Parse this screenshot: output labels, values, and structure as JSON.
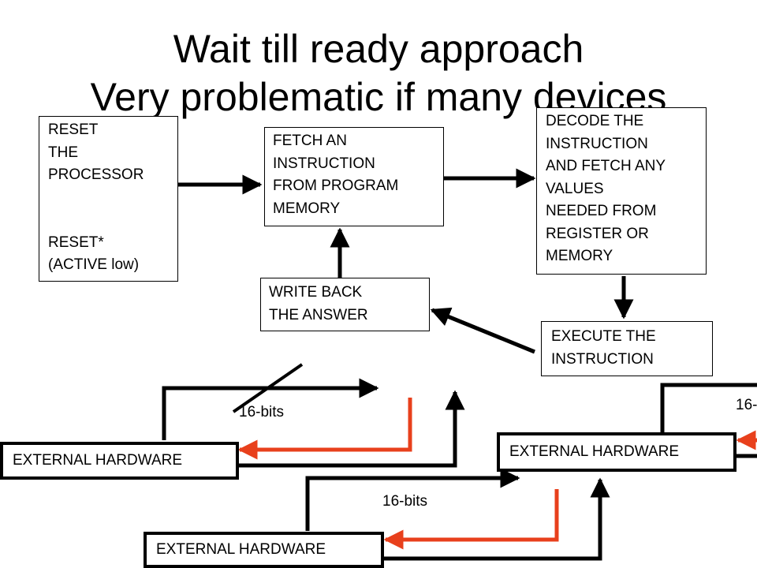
{
  "title": {
    "line1": "Wait till ready approach",
    "line2": "Very problematic if many devices"
  },
  "boxes": {
    "reset": {
      "lines": [
        "RESET",
        "THE",
        "PROCESSOR",
        "",
        "",
        "RESET*",
        "(ACTIVE low)"
      ]
    },
    "fetch": {
      "lines": [
        "FETCH AN",
        "INSTRUCTION",
        "FROM PROGRAM",
        "MEMORY"
      ]
    },
    "decode": {
      "lines": [
        "DECODE THE",
        "INSTRUCTION",
        "AND FETCH ANY",
        "VALUES",
        "NEEDED FROM",
        "REGISTER OR",
        "MEMORY"
      ]
    },
    "write_back": {
      "lines": [
        "WRITE BACK",
        "THE ANSWER"
      ]
    },
    "execute": {
      "lines": [
        "EXECUTE THE",
        "INSTRUCTION"
      ]
    }
  },
  "hardware": {
    "left": "EXTERNAL HARDWARE",
    "right": "EXTERNAL HARDWARE",
    "bottom": "EXTERNAL HARDWARE"
  },
  "bus_labels": {
    "left": "16-bits",
    "right": "16-",
    "bottom": "16-bits"
  },
  "colors": {
    "line": "#000000",
    "signal": "#e8401c"
  }
}
